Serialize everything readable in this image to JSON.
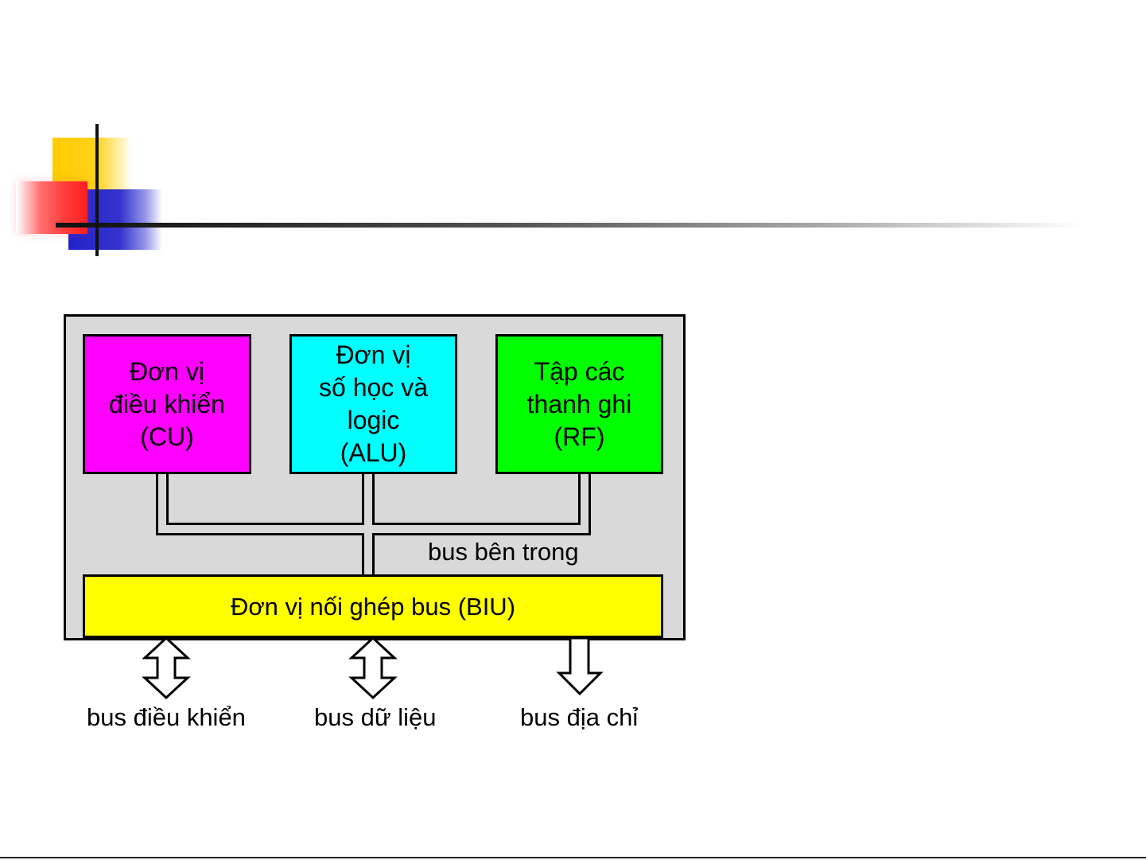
{
  "diagram": {
    "units": {
      "cu": "Đơn vị\nđiều khiển\n(CU)",
      "alu": "Đơn vị\nsố học và\nlogic\n(ALU)",
      "rf": "Tập các\nthanh ghi\n(RF)",
      "biu": "Đơn vị nối ghép bus (BIU)"
    },
    "buses": {
      "internal": "bus bên trong",
      "control": "bus điều khiển",
      "data": "bus dữ liệu",
      "address": "bus địa chỉ"
    },
    "colors": {
      "cu": "#ff00ff",
      "alu": "#00ffff",
      "rf": "#00ff00",
      "biu": "#ffff00",
      "frame": "#d9d9d9"
    }
  }
}
